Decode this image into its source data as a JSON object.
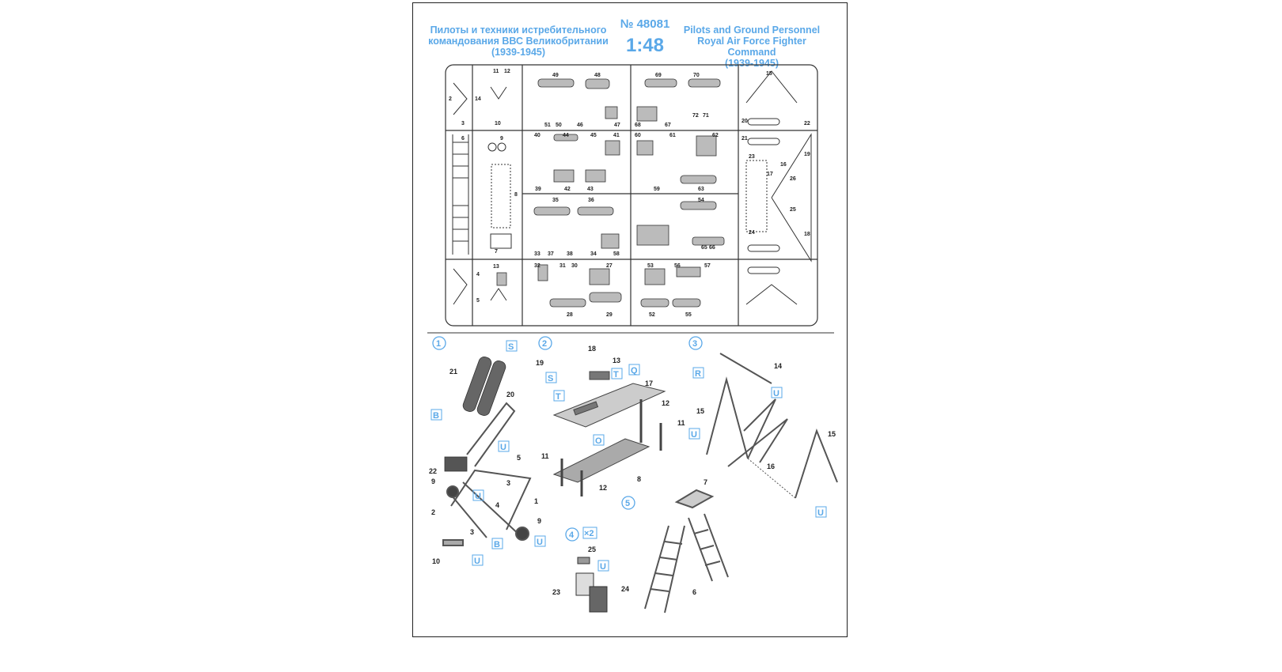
{
  "header": {
    "title_ru": [
      "Пилоты и техники истребительного",
      "командования ВВС Великобритании",
      "(1939-1945)"
    ],
    "kit_number": "№ 48081",
    "scale": "1:48",
    "title_en": [
      "Pilots and Ground Personnel",
      "Royal Air Force Fighter Command",
      "(1939-1945)"
    ]
  },
  "sprue": {
    "part_labels": [
      "11",
      "12",
      "14",
      "2",
      "3",
      "10",
      "49",
      "48",
      "51",
      "50",
      "46",
      "47",
      "69",
      "70",
      "68",
      "67",
      "72",
      "71",
      "15",
      "20",
      "22",
      "6",
      "9",
      "8",
      "7",
      "40",
      "44",
      "45",
      "41",
      "39",
      "42",
      "43",
      "60",
      "61",
      "62",
      "59",
      "63",
      "21",
      "23",
      "17",
      "16",
      "19",
      "26",
      "25",
      "18",
      "24",
      "35",
      "36",
      "33",
      "37",
      "38",
      "34",
      "58",
      "54",
      "65",
      "66",
      "13",
      "4",
      "5",
      "32",
      "31",
      "30",
      "27",
      "29",
      "28",
      "53",
      "56",
      "57",
      "52",
      "55"
    ]
  },
  "steps": [
    {
      "number": "1",
      "callouts": [
        "S",
        "B",
        "U",
        "U",
        "B",
        "U",
        "U"
      ],
      "parts": [
        "21",
        "20",
        "22",
        "9",
        "5",
        "3",
        "4",
        "2",
        "1",
        "3",
        "9",
        "10"
      ]
    },
    {
      "number": "2",
      "callouts": [
        "S",
        "T",
        "T",
        "Q",
        "O"
      ],
      "parts": [
        "18",
        "19",
        "13",
        "17",
        "12",
        "11",
        "11",
        "8",
        "12"
      ]
    },
    {
      "number": "3",
      "callouts": [
        "R",
        "U",
        "U",
        "U"
      ],
      "parts": [
        "14",
        "15",
        "16",
        "15"
      ]
    },
    {
      "number": "4",
      "multiplier": "×2",
      "callouts": [
        "U"
      ],
      "parts": [
        "25",
        "23",
        "24"
      ]
    },
    {
      "number": "5",
      "callouts": [],
      "parts": [
        "7",
        "6"
      ]
    }
  ],
  "colors": {
    "accent": "#5aa8e8",
    "line": "#333333",
    "part_fill": "#8a8a8a"
  }
}
